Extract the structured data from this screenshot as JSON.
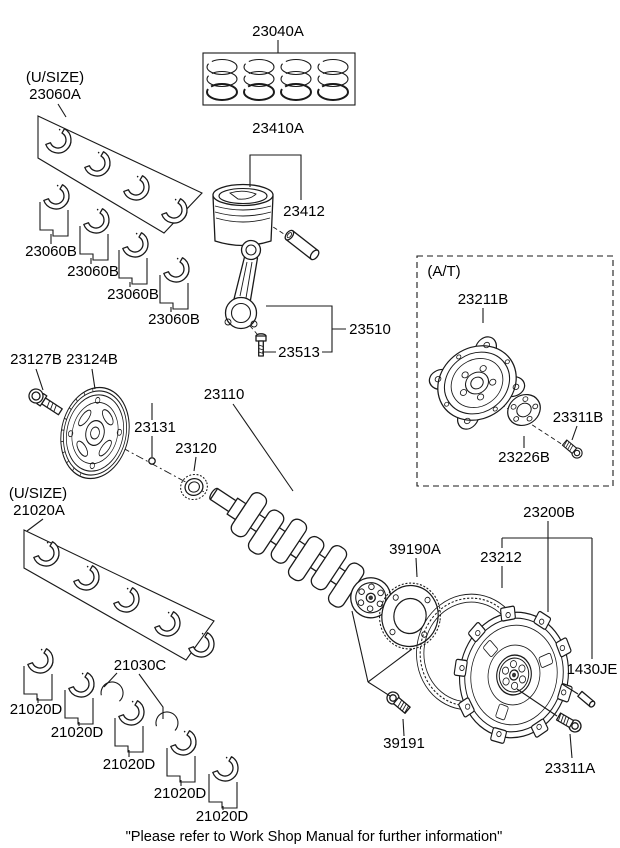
{
  "figure": {
    "note": "\"Please refer to Work Shop Manual for further information\"",
    "line_color": "#1a1a1a",
    "background": "#ffffff",
    "callouts": {
      "ring_set": "23040A",
      "usize_upper": "(U/SIZE)",
      "rod_bearing_set": "23060A",
      "piston": "23410A",
      "piston_pin": "23412",
      "rod_bearing": "23060B",
      "connecting_rod": "23510",
      "rod_bolt": "23513",
      "pulley_bolt": "23127B",
      "pulley": "23124B",
      "key": "23131",
      "sprocket": "23120",
      "crankshaft": "23110",
      "at_group": "(A/T)",
      "drive_plate": "23211B",
      "drive_plate_bolt": "23311B",
      "adapter_plate": "23226B",
      "usize_lower": "(U/SIZE)",
      "main_bearing_set": "21020A",
      "thrust_washer_set": "21030C",
      "main_bearing": "21020D",
      "sensor_wheel": "39190A",
      "ring_gear": "23212",
      "flywheel": "23200B",
      "dowel_pin": "1430JE",
      "sensor_wheel_bolt": "39191",
      "flywheel_bolt": "23311A"
    }
  }
}
